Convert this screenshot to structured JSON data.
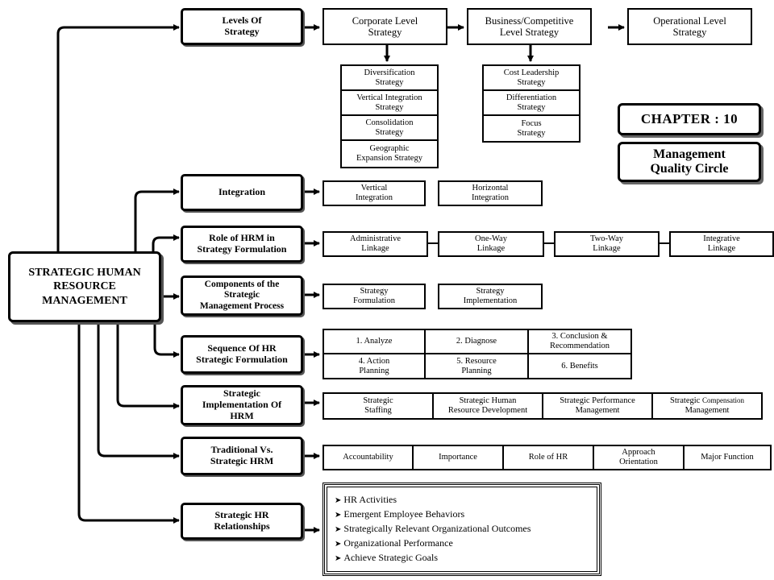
{
  "main_node": {
    "line1": "STRATEGIC HUMAN",
    "line2": "RESOURCE",
    "line3": "MANAGEMENT"
  },
  "chapter": {
    "label": "CHAPTER : 10"
  },
  "topic": {
    "line1": "Management",
    "line2": "Quality Circle"
  },
  "categories": {
    "levels": {
      "line1": "Levels Of",
      "line2": "Strategy"
    },
    "integration": {
      "line1": "Integration"
    },
    "role": {
      "line1": "Role of HRM in",
      "line2": "Strategy Formulation"
    },
    "components": {
      "line1": "Components of the",
      "line2": "Strategic",
      "line3": "Management Process"
    },
    "sequence": {
      "line1": "Sequence Of HR",
      "line2": "Strategic Formulation"
    },
    "implementation": {
      "line1": "Strategic",
      "line2": "Implementation Of",
      "line3": "HRM"
    },
    "traditional": {
      "line1": "Traditional Vs.",
      "line2": "Strategic HRM"
    },
    "relationships": {
      "line1": "Strategic HR",
      "line2": "Relationships"
    }
  },
  "levels": {
    "corporate": {
      "line1": "Corporate Level",
      "line2": "Strategy"
    },
    "business": {
      "line1": "Business/Competitive",
      "line2": "Level Strategy"
    },
    "operational": {
      "line1": "Operational Level",
      "line2": "Strategy"
    },
    "corporate_sub": [
      {
        "line1": "Diversification",
        "line2": "Strategy"
      },
      {
        "line1": "Vertical Integration",
        "line2": "Strategy"
      },
      {
        "line1": "Consolidation",
        "line2": "Strategy"
      },
      {
        "line1": "Geographic",
        "line2": "Expansion Strategy"
      }
    ],
    "business_sub": [
      {
        "line1": "Cost Leadership",
        "line2": "Strategy"
      },
      {
        "line1": "Differentiation",
        "line2": "Strategy"
      },
      {
        "line1": "Focus",
        "line2": "Strategy"
      }
    ]
  },
  "integration": [
    {
      "line1": "Vertical",
      "line2": "Integration"
    },
    {
      "line1": "Horizontal",
      "line2": "Integration"
    }
  ],
  "role": [
    {
      "line1": "Administrative",
      "line2": "Linkage"
    },
    {
      "line1": "One-Way",
      "line2": "Linkage"
    },
    {
      "line1": "Two-Way",
      "line2": "Linkage"
    },
    {
      "line1": "Integrative",
      "line2": "Linkage"
    }
  ],
  "components": [
    {
      "line1": "Strategy",
      "line2": "Formulation"
    },
    {
      "line1": "Strategy",
      "line2": "Implementation"
    }
  ],
  "sequence": [
    {
      "line1": "1. Analyze"
    },
    {
      "line1": "2. Diagnose"
    },
    {
      "line1": "3. Conclusion &",
      "line2": "Recommendation"
    },
    {
      "line1": "4. Action",
      "line2": "Planning"
    },
    {
      "line1": "5. Resource",
      "line2": "Planning"
    },
    {
      "line1": "6. Benefits"
    }
  ],
  "implementation": [
    {
      "line1": "Strategic",
      "line2": "Staffing"
    },
    {
      "line1": "Strategic Human",
      "line2": "Resource Development"
    },
    {
      "line1": "Strategic Performance",
      "line2": "Management"
    },
    {
      "line1": "Strategic",
      "line1b": "Compensation",
      "line2": "Management"
    }
  ],
  "traditional": [
    {
      "line1": "Accountability"
    },
    {
      "line1": "Importance"
    },
    {
      "line1": "Role of HR"
    },
    {
      "line1": "Approach",
      "line2": "Orientation"
    },
    {
      "line1": "Major Function"
    }
  ],
  "relationships": [
    "HR Activities",
    "Emergent Employee Behaviors",
    "Strategically Relevant Organizational Outcomes",
    "Organizational Performance",
    "Achieve Strategic Goals"
  ]
}
